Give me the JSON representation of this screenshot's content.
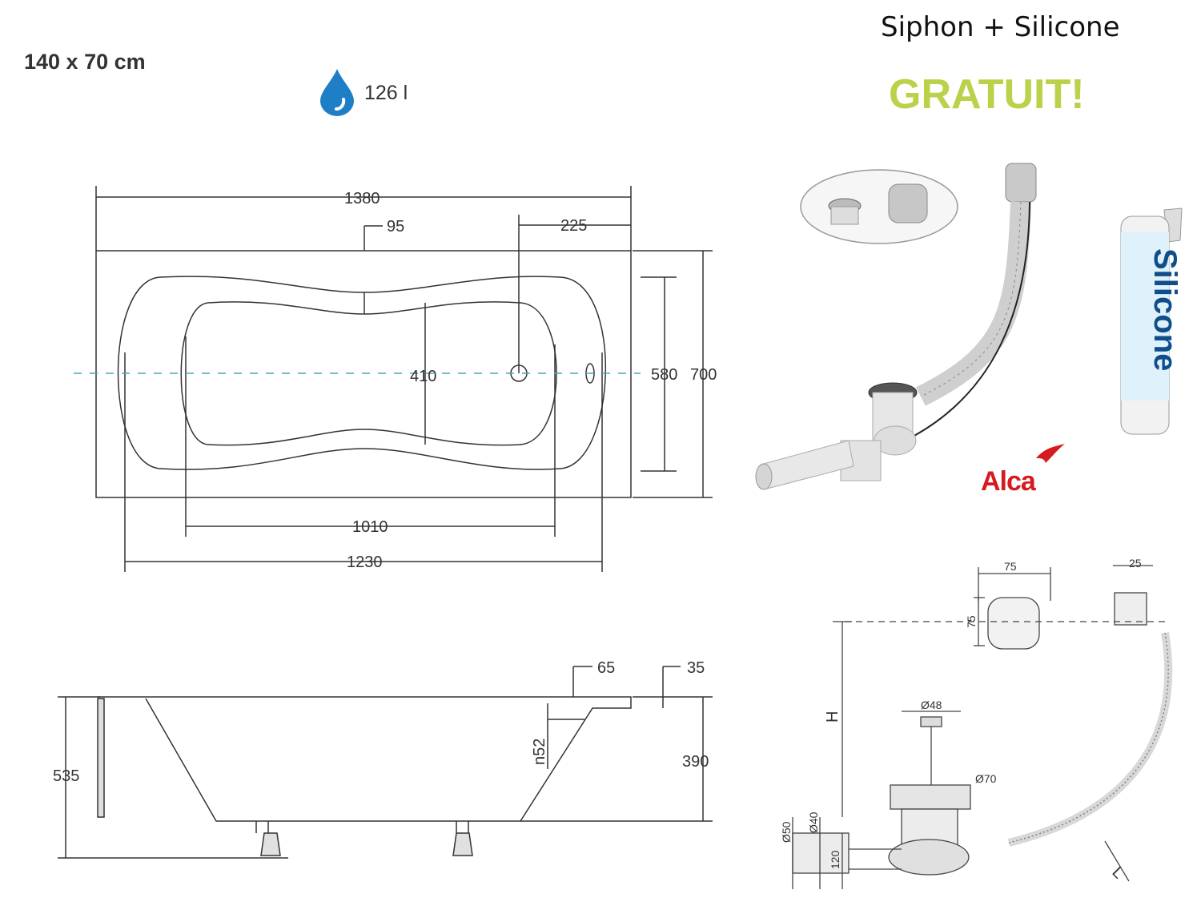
{
  "header": {
    "size": "140 x 70 cm",
    "volume": "126 l",
    "promo_title": "Siphon + Silicone",
    "promo_free": "GRATUIT!"
  },
  "top_view": {
    "length_total": "1380",
    "offset_a": "95",
    "offset_b": "225",
    "inner_width": "410",
    "rim_width": "580",
    "total_width": "700",
    "bottom_length": "1010",
    "inner_length": "1230"
  },
  "side_view": {
    "rim": "65",
    "rim_thickness": "35",
    "height_total": "535",
    "depth": "390",
    "overflow": "n52"
  },
  "siphon_drawing": {
    "knob_width": "75",
    "knob_height": "75",
    "overflow_depth": "25",
    "height_label": "H",
    "drain_d48": "Ø48",
    "drain_d70": "Ø70",
    "pipe_d50": "Ø50",
    "pipe_d40": "Ø40",
    "trap_height": "120",
    "length_label": "L"
  },
  "products": {
    "brand": "Alca",
    "silicone_label": "Silicone"
  },
  "colors": {
    "water_drop": "#1f7fc6",
    "promo_accent": "#b9d24a",
    "brand_red": "#d71920",
    "center_line": "#4aa3c8"
  }
}
